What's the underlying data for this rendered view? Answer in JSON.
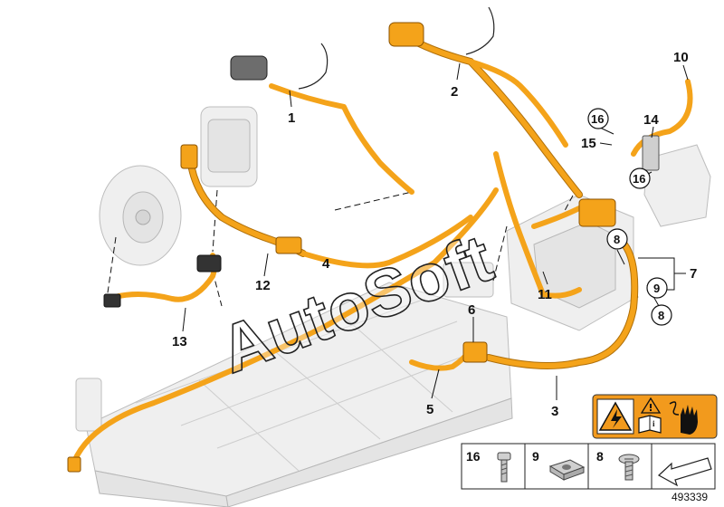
{
  "callouts": {
    "c1": "1",
    "c2": "2",
    "c3": "3",
    "c4": "4",
    "c5": "5",
    "c6": "6",
    "c7": "7",
    "c8a": "8",
    "c8b": "8",
    "c9": "9",
    "c10": "10",
    "c11": "11",
    "c12": "12",
    "c13": "13",
    "c14": "14",
    "c15": "15",
    "c16a": "16",
    "c16b": "16"
  },
  "legend": {
    "items": [
      {
        "number": "16",
        "icon": "bolt-icon"
      },
      {
        "number": "9",
        "icon": "nut-icon"
      },
      {
        "number": "8",
        "icon": "screw-icon"
      }
    ]
  },
  "warning": {
    "icons": [
      "high-voltage-icon",
      "warning-triangle-icon",
      "manual-icon",
      "no-touch-hand-icon"
    ],
    "info_glyph": "i"
  },
  "watermark": "AutoSoft",
  "doc_number": "493339",
  "colors": {
    "cable": "#f4a31a",
    "warning_bg": "#f29a1d",
    "ghost": "#efefef"
  }
}
